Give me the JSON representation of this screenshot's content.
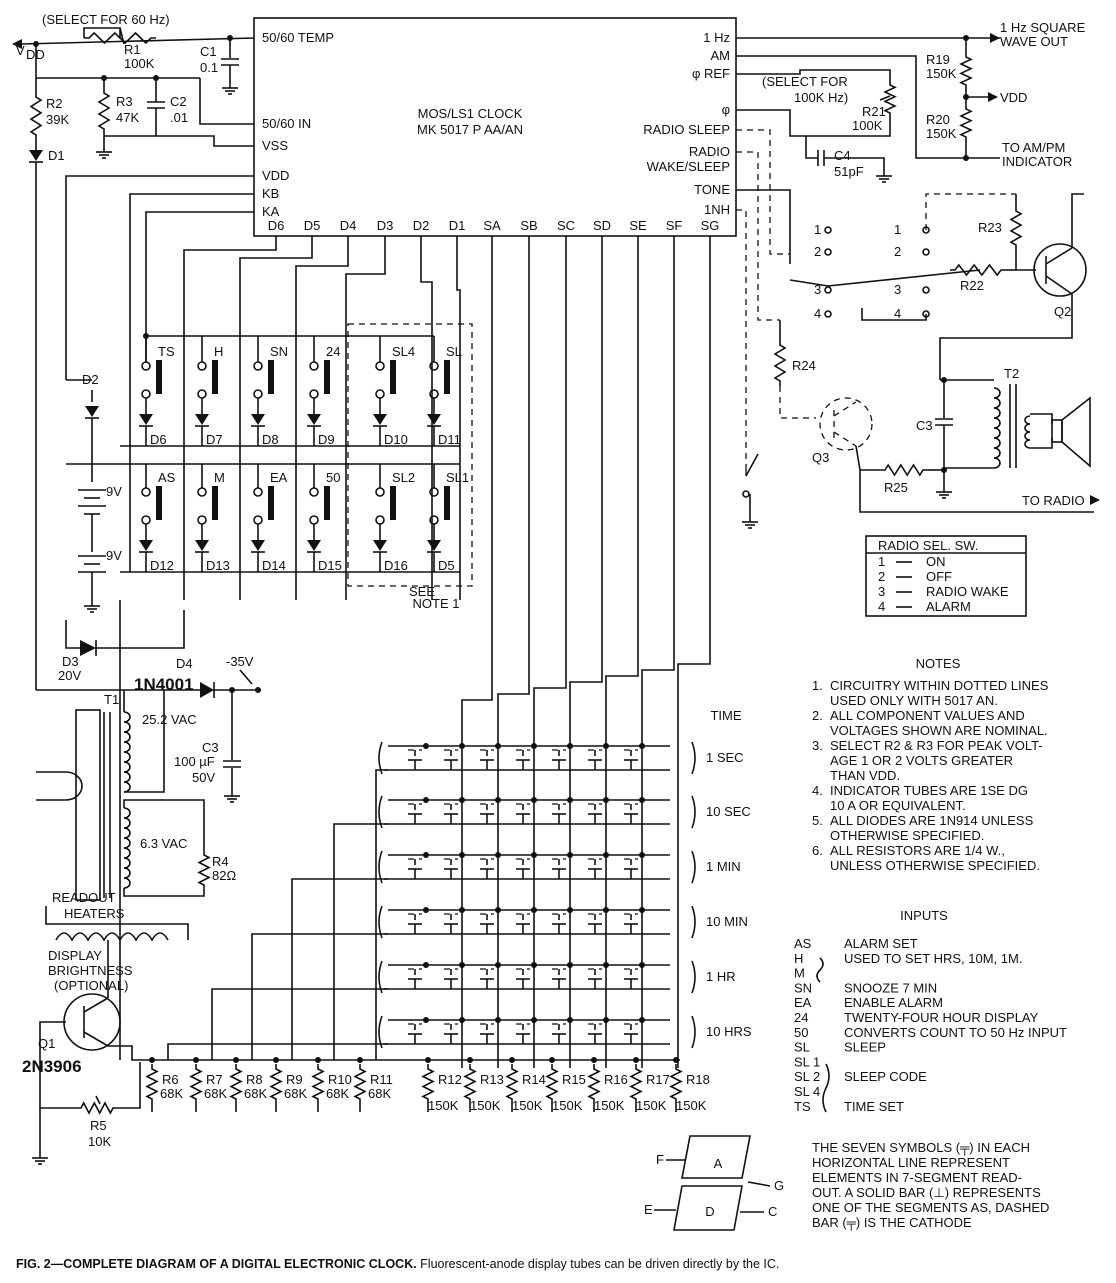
{
  "ic": {
    "name1": "MOS/LS1 CLOCK",
    "name2": "MK 5017 P AA/AN",
    "pins_left": [
      "50/60 TEMP",
      "50/60 IN",
      "VSS",
      "VDD",
      "KB",
      "KA"
    ],
    "pins_right": [
      "1 Hz",
      "AM",
      "φ REF",
      "φ",
      "RADIO SLEEP",
      "RADIO",
      "WAKE/SLEEP",
      "TONE",
      "1NH"
    ],
    "pins_bottom": [
      "D6",
      "D5",
      "D4",
      "D3",
      "D2",
      "D1",
      "SA",
      "SB",
      "SC",
      "SD",
      "SE",
      "SF",
      "SG"
    ]
  },
  "top_labels": {
    "select60": "(SELECT FOR 60 Hz)",
    "vdd_left": "VDD",
    "r1": "R1",
    "r1v": "100K",
    "c1": "C1",
    "c1v": "0.1",
    "r2": "R2",
    "r2v": "39K",
    "r3": "R3",
    "r3v": "47K",
    "c2": "C2",
    "c2v": ".01",
    "d1": "D1",
    "square1": "1 Hz SQUARE",
    "square2": "WAVE OUT",
    "r19": "R19",
    "r19v": "150K",
    "r20": "R20",
    "r20v": "150K",
    "vdd_right": "VDD",
    "ampm1": "TO AM/PM",
    "ampm2": "INDICATOR",
    "sel100a": "(SELECT FOR",
    "sel100b": "100K Hz)",
    "r21": "R21",
    "r21v": "100K",
    "c4": "C4",
    "c4v": "51pF",
    "r23": "R23",
    "r22": "R22",
    "q2": "Q2",
    "r24": "R24",
    "q3": "Q3",
    "r25": "R25",
    "c3b": "C3",
    "t2": "T2",
    "to_radio": "TO RADIO",
    "sw_pos": [
      "1",
      "2",
      "3",
      "4"
    ]
  },
  "keys_top": [
    "TS",
    "H",
    "SN",
    "24",
    "SL4",
    "SL"
  ],
  "diodes_top": [
    "D6",
    "D7",
    "D8",
    "D9",
    "D10",
    "D11"
  ],
  "keys_bottom": [
    "AS",
    "M",
    "EA",
    "50",
    "SL2",
    "SL1"
  ],
  "diodes_bottom": [
    "D12",
    "D13",
    "D14",
    "D15",
    "D16",
    "D5"
  ],
  "see_note": [
    "SEE",
    "NOTE 1"
  ],
  "power": {
    "d2": "D2",
    "bat1": "9V",
    "bat2": "9V",
    "d3": "D3",
    "d3v": "20V",
    "d4": "D4",
    "d4v": "1N4001",
    "neg35": "-35V",
    "t1": "T1",
    "vac25": "25.2 VAC",
    "c3": "C3",
    "c3v": "100 µF",
    "c3volt": "50V",
    "vac6": "6.3 VAC",
    "r4": "R4",
    "r4v": "82Ω",
    "readout": "READOUT",
    "heaters": "HEATERS",
    "disp1": "DISPLAY",
    "disp2": "BRIGHTNESS",
    "disp3": "(OPTIONAL)",
    "q1": "Q1",
    "q1v": "2N3906",
    "r5": "R5",
    "r5v": "10K"
  },
  "time_label": "TIME",
  "rows": [
    "1 SEC",
    "10 SEC",
    "1 MIN",
    "10 MIN",
    "1 HR",
    "10 HRS"
  ],
  "resistors": [
    {
      "n": "R6",
      "v": "68K"
    },
    {
      "n": "R7",
      "v": "68K"
    },
    {
      "n": "R8",
      "v": "68K"
    },
    {
      "n": "R9",
      "v": "68K"
    },
    {
      "n": "R10",
      "v": "68K"
    },
    {
      "n": "R11",
      "v": "68K"
    },
    {
      "n": "R12",
      "v": "150K"
    },
    {
      "n": "R13",
      "v": "150K"
    },
    {
      "n": "R14",
      "v": "150K"
    },
    {
      "n": "R15",
      "v": "150K"
    },
    {
      "n": "R16",
      "v": "150K"
    },
    {
      "n": "R17",
      "v": "150K"
    },
    {
      "n": "R18",
      "v": "150K"
    }
  ],
  "radio_sel": {
    "title": "RADIO SEL. SW.",
    "rows": [
      [
        "1",
        "ON"
      ],
      [
        "2",
        "OFF"
      ],
      [
        "3",
        "RADIO WAKE"
      ],
      [
        "4",
        "ALARM"
      ]
    ]
  },
  "notes_title": "NOTES",
  "notes": [
    [
      "1.",
      "CIRCUITRY WITHIN DOTTED LINES",
      "USED ONLY WITH 5017 AN."
    ],
    [
      "2.",
      "ALL COMPONENT VALUES AND",
      "VOLTAGES SHOWN ARE NOMINAL."
    ],
    [
      "3.",
      "SELECT R2 & R3 FOR PEAK VOLT-",
      "AGE 1 OR 2 VOLTS GREATER",
      "THAN VDD."
    ],
    [
      "4.",
      "INDICATOR TUBES ARE 1SE DG",
      "10 A OR EQUIVALENT."
    ],
    [
      "5.",
      "ALL DIODES ARE 1N914 UNLESS",
      "OTHERWISE SPECIFIED."
    ],
    [
      "6.",
      "ALL RESISTORS ARE 1/4 W.,",
      "UNLESS OTHERWISE SPECIFIED."
    ]
  ],
  "inputs_title": "INPUTS",
  "inputs": [
    [
      "AS",
      "ALARM SET"
    ],
    [
      "H",
      "USED TO SET HRS, 10M, 1M."
    ],
    [
      "M",
      ""
    ],
    [
      "SN",
      "SNOOZE 7 MIN"
    ],
    [
      "EA",
      "ENABLE ALARM"
    ],
    [
      "24",
      "TWENTY-FOUR HOUR DISPLAY"
    ],
    [
      "50",
      "CONVERTS COUNT TO 50 Hz INPUT"
    ],
    [
      "SL",
      "SLEEP"
    ],
    [
      "SL 1",
      ""
    ],
    [
      "SL 2",
      "SLEEP CODE"
    ],
    [
      "SL 4",
      ""
    ],
    [
      "TS",
      "TIME SET"
    ]
  ],
  "segment": {
    "labels": [
      "F",
      "A",
      "G",
      "E",
      "D",
      "C"
    ]
  },
  "seven_text": [
    "THE SEVEN SYMBOLS (╤) IN EACH",
    "HORIZONTAL LINE REPRESENT",
    "ELEMENTS IN 7-SEGMENT READ-",
    "OUT.  A SOLID BAR (⊥) REPRESENTS",
    "ONE OF THE SEGMENTS AS, DASHED",
    "BAR (╤) IS THE CATHODE"
  ],
  "caption_bold": "FIG. 2—COMPLETE DIAGRAM OF A DIGITAL ELECTRONIC CLOCK.",
  "caption_rest": " Fluorescent-anode display tubes can be driven directly by the IC."
}
